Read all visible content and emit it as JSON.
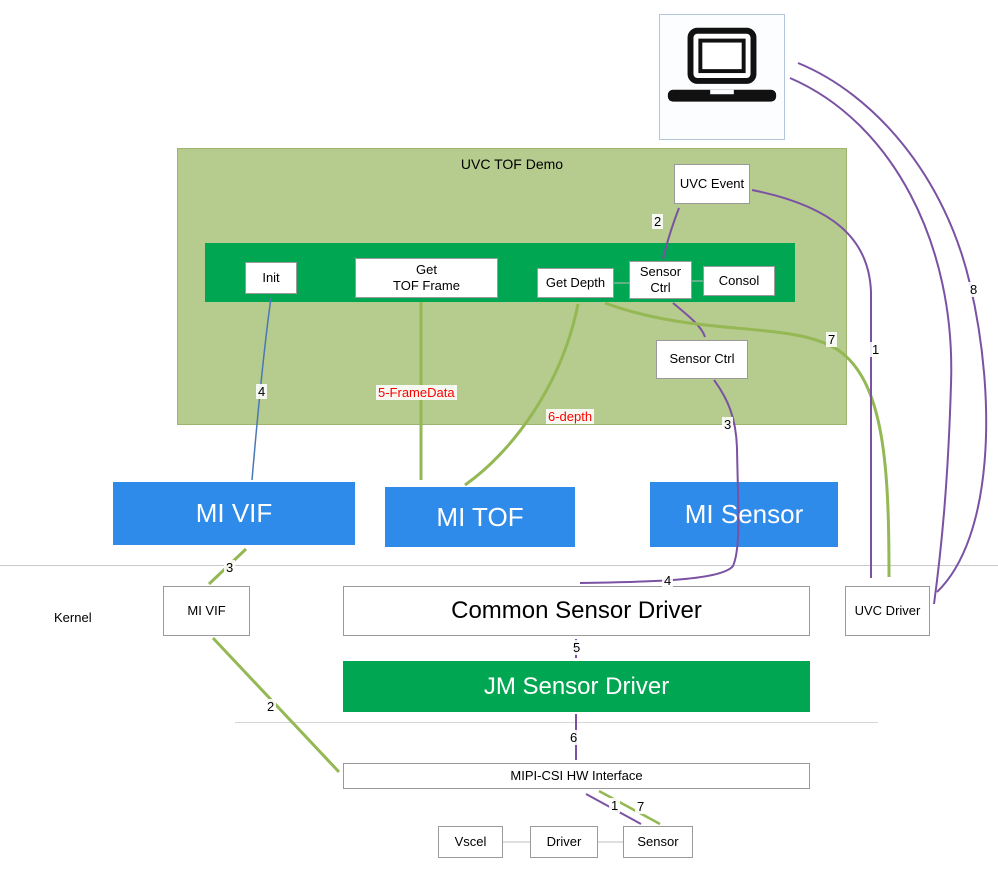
{
  "panel": {
    "title": "UVC TOF Demo"
  },
  "boxes": {
    "uvc_event": "UVC Event",
    "init": "Init",
    "get_tof_frame_line1": "Get",
    "get_tof_frame_line2": "TOF Frame",
    "get_depth": "Get Depth",
    "sensor_ctrl_line1": "Sensor",
    "sensor_ctrl_line2": "Ctrl",
    "consol": "Consol",
    "sensor_ctrl_float": "Sensor Ctrl",
    "mi_vif_user": "MI VIF",
    "mi_tof": "MI TOF",
    "mi_sensor": "MI Sensor",
    "mi_vif_kernel": "MI VIF",
    "common_sensor_driver": "Common Sensor Driver",
    "uvc_driver": "UVC Driver",
    "jm_sensor_driver": "JM Sensor Driver",
    "mipi_csi": "MIPI-CSI HW Interface",
    "vscel": "Vscel",
    "driver": "Driver",
    "sensor": "Sensor"
  },
  "labels": {
    "kernel": "Kernel",
    "step4_init": "4",
    "step5_framedata": "5-FrameData",
    "step6_depth": "6-depth",
    "step2_uvc_event": "2",
    "step3_sensor_ctrl": "3",
    "step4_common_driver": "4",
    "step5_jm_driver": "5",
    "step6_mipi": "6",
    "step3_mi_vif": "3",
    "step2_mipi": "2",
    "step1_sensor": "1",
    "step7_sensor": "7",
    "step7_uvc_driver": "7",
    "step1_uvc_driver": "1",
    "step8_laptop": "8"
  },
  "colors": {
    "panel_bg": "#b6cb8e",
    "bar_green": "#00a651",
    "box_blue": "#2e8bea",
    "arrow_green": "#94b854",
    "arrow_purple": "#7b52a3",
    "arrow_blue": "#4a78b5",
    "label_red": "#ff0000"
  }
}
